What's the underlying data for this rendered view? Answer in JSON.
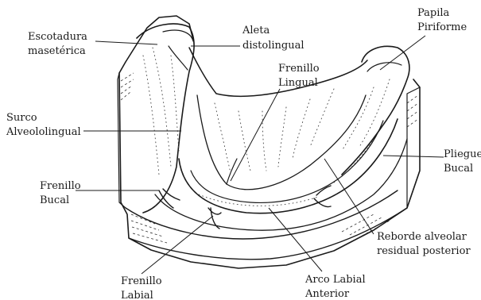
{
  "labels": {
    "escotadura_line1": "Escotadura",
    "escotadura_line2": "masetérica",
    "aleta_line1": "Aleta",
    "aleta_line2": "distolingual",
    "papila_line1": "Papila",
    "papila_line2": "Piriforme",
    "frenillo_lingual_line1": "Frenillo",
    "frenillo_lingual_line2": "Lingual",
    "surco_line1": "Surco",
    "surco_line2": "Alveololingual",
    "pliegue_line1": "Pliegue",
    "pliegue_line2": "Bucal",
    "frenillo_bucal_line1": "Frenillo",
    "frenillo_bucal_line2": "Bucal",
    "reborde_line1": "Reborde alveolar",
    "reborde_line2": "residual posterior",
    "frenillo_labial_line1": "Frenillo",
    "frenillo_labial_line2": "Labial",
    "arco_line1": "Arco Labial",
    "arco_line2": "Anterior"
  }
}
